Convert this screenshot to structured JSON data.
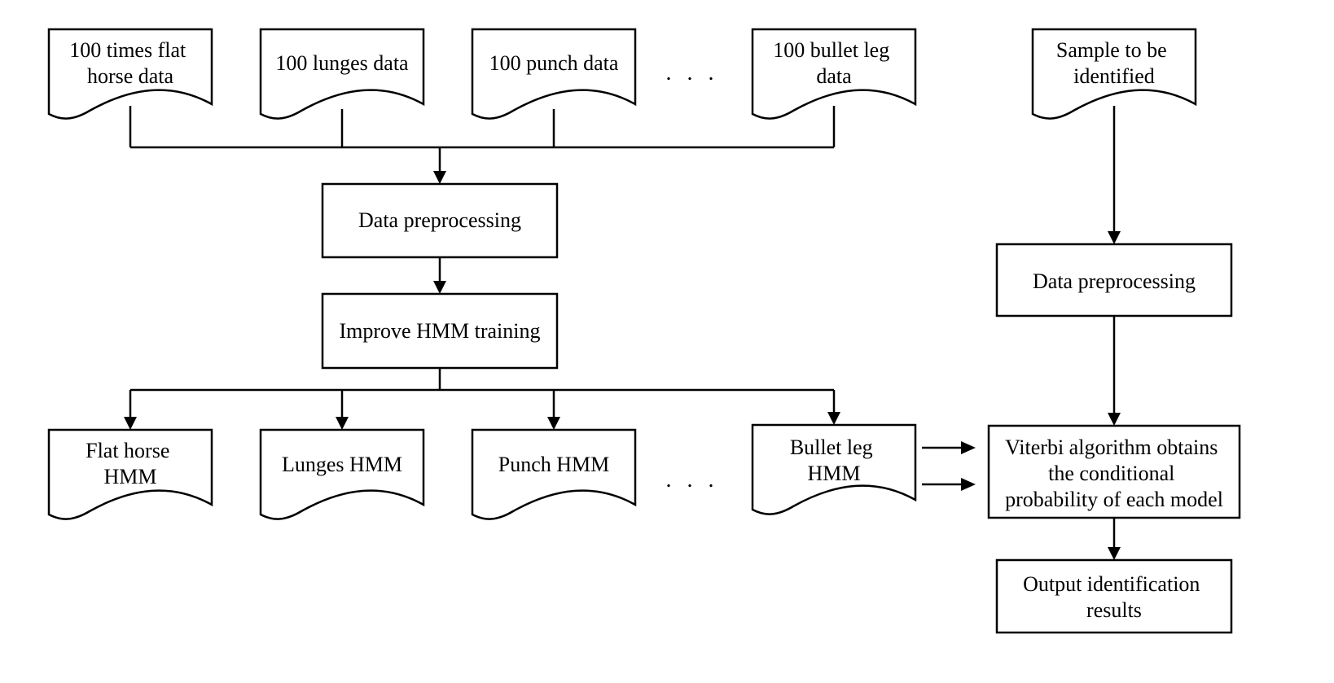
{
  "docs_top": [
    {
      "id": "doc-flat-horse-data",
      "lines": [
        "100 times flat",
        "horse data"
      ]
    },
    {
      "id": "doc-lunges-data",
      "lines": [
        "100 lunges data"
      ]
    },
    {
      "id": "doc-punch-data",
      "lines": [
        "100 punch data"
      ]
    },
    {
      "id": "doc-bullet-leg-data",
      "lines": [
        "100 bullet leg",
        "data"
      ]
    },
    {
      "id": "doc-sample",
      "lines": [
        "Sample to be",
        "identified"
      ]
    }
  ],
  "docs_bottom": [
    {
      "id": "doc-flat-horse-hmm",
      "lines": [
        "Flat horse",
        "HMM"
      ]
    },
    {
      "id": "doc-lunges-hmm",
      "lines": [
        "Lunges HMM"
      ]
    },
    {
      "id": "doc-punch-hmm",
      "lines": [
        "Punch HMM"
      ]
    },
    {
      "id": "doc-bullet-leg-hmm",
      "lines": [
        "Bullet leg",
        "HMM"
      ]
    }
  ],
  "processes": [
    {
      "id": "process-preprocessing-left",
      "lines": [
        "Data preprocessing"
      ]
    },
    {
      "id": "process-hmm-training",
      "lines": [
        "Improve HMM training"
      ]
    },
    {
      "id": "process-preprocessing-right",
      "lines": [
        "Data preprocessing"
      ]
    },
    {
      "id": "process-viterbi",
      "lines": [
        "Viterbi algorithm obtains",
        "the conditional",
        "probability of each model"
      ]
    },
    {
      "id": "process-output",
      "lines": [
        "Output identification",
        "results"
      ]
    }
  ],
  "ellipsis": {
    "top": ". . .",
    "bottom": ". . ."
  }
}
